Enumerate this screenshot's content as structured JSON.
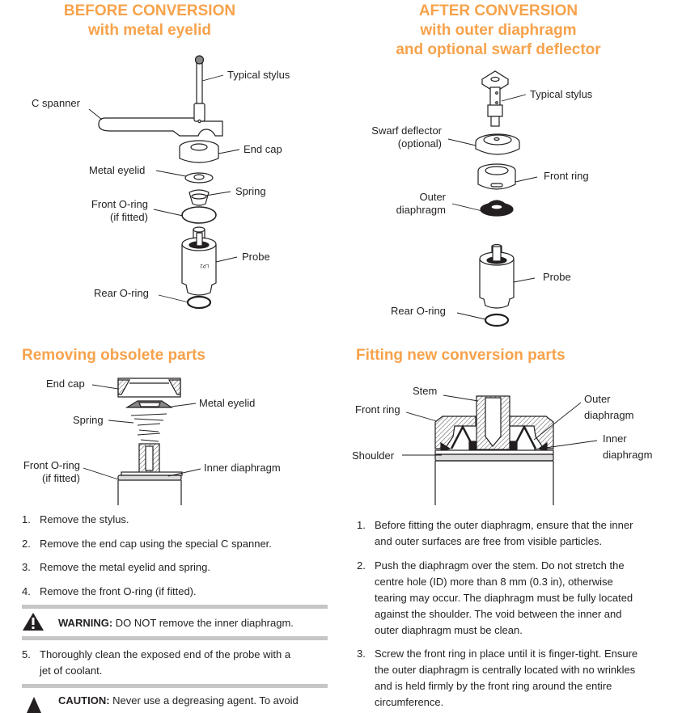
{
  "before": {
    "title_line1": "BEFORE CONVERSION",
    "title_line2": "with metal eyelid",
    "labels": {
      "typical_stylus": "Typical stylus",
      "c_spanner": "C spanner",
      "end_cap": "End cap",
      "metal_eyelid": "Metal eyelid",
      "spring": "Spring",
      "front_oring_1": "Front O-ring",
      "front_oring_2": "(if fitted)",
      "probe": "Probe",
      "rear_oring": "Rear O-ring"
    }
  },
  "after": {
    "title_line1": "AFTER CONVERSION",
    "title_line2": "with outer diaphragm",
    "title_line3": "and optional swarf deflector",
    "labels": {
      "typical_stylus": "Typical stylus",
      "swarf_1": "Swarf deflector",
      "swarf_2": "(optional)",
      "front_ring": "Front ring",
      "outer_diaphragm_1": "Outer",
      "outer_diaphragm_2": "diaphragm",
      "probe": "Probe",
      "rear_oring": "Rear O-ring"
    }
  },
  "removing": {
    "title": "Removing obsolete parts",
    "labels": {
      "end_cap": "End cap",
      "metal_eyelid": "Metal eyelid",
      "spring": "Spring",
      "front_oring_1": "Front O-ring",
      "front_oring_2": "(if fitted)",
      "inner_diaphragm": "Inner diaphragm"
    },
    "steps": [
      {
        "num": "1.",
        "text": "Remove the stylus."
      },
      {
        "num": "2.",
        "text": "Remove the end cap using the special C spanner."
      },
      {
        "num": "3.",
        "text": "Remove the metal eyelid and spring."
      },
      {
        "num": "4.",
        "text": "Remove the front O-ring (if fitted)."
      }
    ],
    "warning": {
      "label": "WARNING:",
      "text": " DO NOT remove the inner diaphragm."
    },
    "step5": {
      "num": "5.",
      "line1": "Thoroughly clean the exposed end of the probe with a",
      "line2": "jet of coolant."
    },
    "caution": {
      "label": "CAUTION:",
      "text": " Never use a degreasing agent. To avoid"
    }
  },
  "fitting": {
    "title": "Fitting new conversion parts",
    "labels": {
      "stem": "Stem",
      "front_ring": "Front ring",
      "outer_1": "Outer",
      "outer_2": "diaphragm",
      "inner_1": "Inner",
      "inner_2": "diaphragm",
      "shoulder": "Shoulder"
    },
    "steps": [
      {
        "num": "1.",
        "lines": [
          "Before fitting the outer diaphragm, ensure that the inner",
          "and outer surfaces are free from visible particles."
        ]
      },
      {
        "num": "2.",
        "lines": [
          "Push the diaphragm over the stem. Do not stretch the",
          "centre hole (ID) more than 8 mm (0.3 in), otherwise",
          "tearing may occur. The diaphragm must be fully located",
          "against the shoulder. The void between the inner and",
          "outer diaphragm must be clean."
        ]
      },
      {
        "num": "3.",
        "lines": [
          "Screw the front ring in place until it is finger-tight. Ensure",
          "the outer diaphragm is centrally located with no wrinkles",
          "and is held firmly by the front ring around the entire",
          "circumference."
        ]
      }
    ]
  },
  "colors": {
    "accent": "#f7a24b",
    "rule": "#c5c6c8",
    "text": "#231f20"
  }
}
